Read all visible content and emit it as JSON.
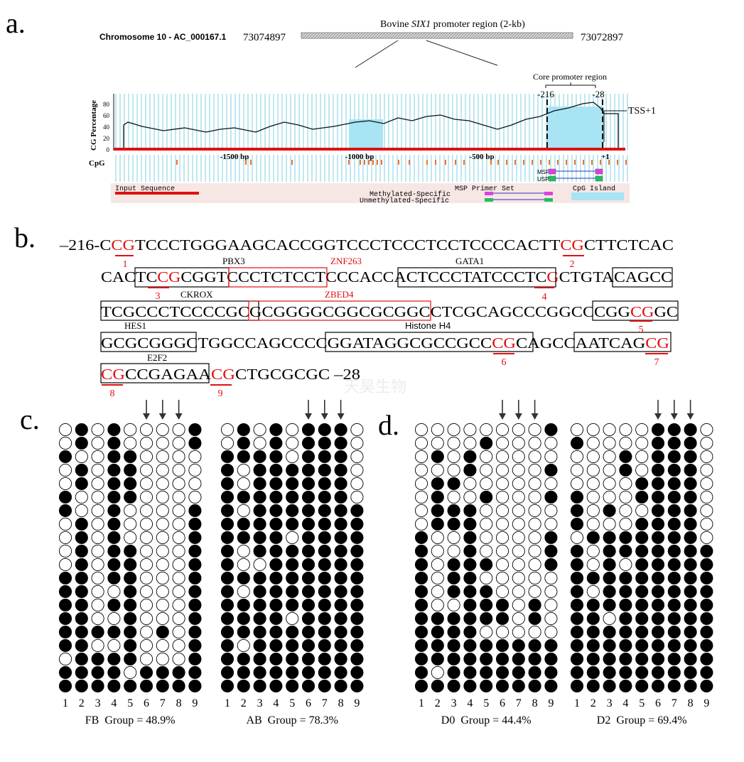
{
  "panel_labels": {
    "a": "a.",
    "b": "b.",
    "c": "c.",
    "d": "d."
  },
  "panel_a": {
    "chromosome_label": "Chromosome 10 - AC_000167.1",
    "coord_left": "73074897",
    "coord_right": "73072897",
    "region_title_prefix": "Bovine ",
    "region_title_gene": "SIX1",
    "region_title_suffix": " promoter region (2-kb)",
    "core_promoter_label": "Core promoter region",
    "core_start": "-216",
    "core_end": "-28",
    "tss_label": "TSS+1",
    "y_axis_label": "CG Percentage",
    "y_ticks": [
      "0",
      "20",
      "40",
      "60",
      "80"
    ],
    "x_ticks": [
      "-1500 bp",
      "-1000 bp",
      "-500 bp",
      "+1"
    ],
    "cpg_row_label": "CpG",
    "msp_label": "MSP",
    "usp_label": "USP",
    "legend": {
      "input_sequence": "Input Sequence",
      "primer_set_title": "MSP Primer Set",
      "methylated": "Methylated-Specific",
      "unmethylated": "Unmethylated-Specific",
      "cpg_island": "CpG Island"
    },
    "colors": {
      "cpg_island": "#a8e4f4",
      "axis_red": "#e01010",
      "methylated_primer": "#e040e0",
      "unmethylated_primer": "#20c060"
    }
  },
  "panel_b": {
    "lines": [
      {
        "segments": [
          {
            "t": "–216-C"
          },
          {
            "t": "CG",
            "red": true
          },
          {
            "t": "TCCCTGGGAAGCACCGGTCCCTCCCTCCTCCCCACTT"
          },
          {
            "t": "CG",
            "red": true
          },
          {
            "t": "CTTCTCAC"
          }
        ]
      },
      {
        "segments": [
          {
            "t": "CACTC"
          },
          {
            "t": "CG",
            "red": true
          },
          {
            "t": "CGGTCCCTCTCCTCCCACCACTCCCTATCCCTC"
          },
          {
            "t": "G",
            "red": true
          },
          {
            "t": "CTGTACAGCC"
          }
        ]
      },
      {
        "segments": [
          {
            "t": "TCGCCCTCCCCGCGCGGGGCGGCGCGGCCTCGCAGCCCGGCCCGG"
          },
          {
            "t": "CG",
            "red": true
          },
          {
            "t": "GC"
          }
        ]
      },
      {
        "segments": [
          {
            "t": "GCGCGGGCTGGCCAGCCCCGGATAGGCGCCGCC"
          },
          {
            "t": "CG",
            "red": true
          },
          {
            "t": "CAGCCAATCAG"
          },
          {
            "t": "CG",
            "red": true
          }
        ]
      },
      {
        "segments": [
          {
            "t": "CG",
            "red": true
          },
          {
            "t": "CCGAGAA"
          },
          {
            "t": "CG",
            "red": true
          },
          {
            "t": "CTGCGCGC –28"
          }
        ]
      }
    ],
    "factor_labels": [
      "PBX3",
      "ZNF263",
      "GATA1",
      "CKROX",
      "ZBED4",
      "HES1",
      "Histone H4",
      "E2F2"
    ],
    "cpg_numbers": [
      "1",
      "2",
      "3",
      "4",
      "5",
      "6",
      "7",
      "8",
      "9"
    ],
    "colors": {
      "cpg_red": "#e01010",
      "box_black": "#000000",
      "box_red": "#e01010"
    }
  },
  "lollipop_groups": [
    {
      "label": "FB  Group = 48.9%",
      "columns": [
        "1",
        "2",
        "3",
        "4",
        "5",
        "6",
        "7",
        "8",
        "9"
      ],
      "arrows_over": [
        6,
        7,
        8
      ],
      "rows": [
        "010100001",
        "010100001",
        "100110000",
        "010110000",
        "010110000",
        "100110000",
        "100100001",
        "010100001",
        "010100001",
        "010110001",
        "010110001",
        "110110001",
        "110010001",
        "110110001",
        "110010001",
        "111110101",
        "110010001",
        "011110001",
        "111101111",
        "111111111"
      ]
    },
    {
      "label": "AB  Group = 78.3%",
      "columns": [
        "1",
        "2",
        "3",
        "4",
        "5",
        "6",
        "7",
        "8",
        "9"
      ],
      "arrows_over": [
        6,
        7,
        8
      ],
      "rows": [
        "010101110",
        "010101110",
        "111101110",
        "101111110",
        "101111110",
        "111111110",
        "101111111",
        "111111111",
        "111101111",
        "101111111",
        "100111111",
        "111111111",
        "101111111",
        "111111111",
        "111101111",
        "111111111",
        "101111111",
        "111111111",
        "111111111",
        "111111111"
      ]
    },
    {
      "label": "D0  Group = 44.4%",
      "columns": [
        "1",
        "2",
        "3",
        "4",
        "5",
        "6",
        "7",
        "8",
        "9"
      ],
      "arrows_over": [
        6,
        7,
        8
      ],
      "rows": [
        "000000001",
        "000010000",
        "010100000",
        "000100001",
        "011000000",
        "010010001",
        "011100000",
        "011100000",
        "100100001",
        "100100001",
        "101110001",
        "101100000",
        "101110000",
        "100111010",
        "111111010",
        "111100000",
        "111111111",
        "111111111",
        "101111111",
        "111111111"
      ]
    },
    {
      "label": "D2  Group = 69.4%",
      "columns": [
        "1",
        "2",
        "3",
        "4",
        "5",
        "6",
        "7",
        "8",
        "9"
      ],
      "arrows_over": [
        6,
        7,
        8
      ],
      "rows": [
        "000001110",
        "100001110",
        "000101110",
        "000101110",
        "000011110",
        "100011110",
        "101001110",
        "100011110",
        "011111110",
        "101111111",
        "101011111",
        "111111111",
        "101111111",
        "111111111",
        "110111111",
        "111111111",
        "111111111",
        "111111111",
        "111111111",
        "111111111"
      ]
    }
  ],
  "watermark": "天昊生物"
}
